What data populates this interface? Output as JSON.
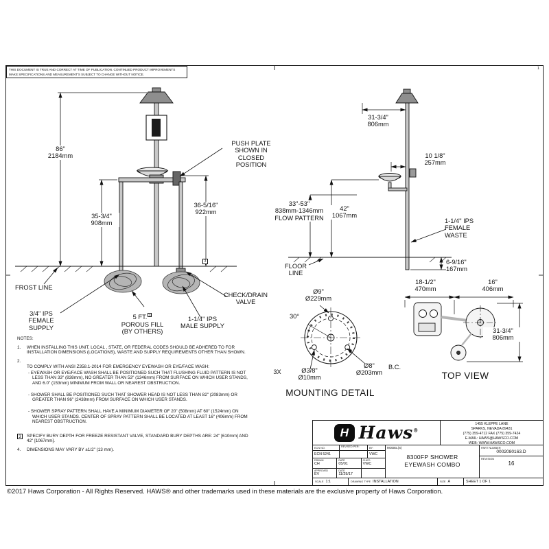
{
  "sheet": {
    "disclaimer": "THIS DOCUMENT IS TRUE AND CORRECT AT TIME OF PUBLICATION. CONTINUED PRODUCT IMPROVEMENTS\nMAKE SPECIFICATIONS AND MEASUREMENT'S SUBJECT TO CHANGE WITHOUT NOTICE.",
    "zone_marker": "1",
    "footer": "©2017 Haws Corporation - All Rights Reserved.  HAWS® and other trademarks used in these materials are the exclusive property of Haws Corporation."
  },
  "front_view": {
    "dim_overall_height": "86\"\n2184mm",
    "dim_supply_height": "35-3/4\"\n908mm",
    "dim_valve_height": "36-5/16\"\n922mm",
    "push_plate_label": "PUSH PLATE\nSHOWN IN\nCLOSED\nPOSITION",
    "frost_line_label": "FROST LINE",
    "female_supply_label": "3/4\" IPS\nFEMALE\nSUPPLY",
    "porous_fill_qty": "5 FT.",
    "porous_fill_note_ref": "3",
    "porous_fill_label": "POROUS FILL\n(BY OTHERS)",
    "male_supply_label": "1-1/4\" IPS\nMALE SUPPLY",
    "check_drain_label": "CHECK/DRAIN\nVALVE",
    "note_ref_marker": "3"
  },
  "side_view": {
    "dim_head_offset": "31-3/4\"\n806mm",
    "dim_bowl_offset": "10 1/8\"\n257mm",
    "flow_pattern_label": "33\"-53\"\n838mm-1346mm\nFLOW PATTERN",
    "dim_bowl_height": "42\"\n1067mm",
    "waste_label": "1-1/4\" IPS\nFEMALE\nWASTE",
    "floor_line_label": "FLOOR\nLINE",
    "dim_waste_depth": "6-9/16\"\n167mm"
  },
  "mounting_detail": {
    "dim_outer_dia": "Ø9\"\nØ229mm",
    "angle": "30°",
    "hole_qty": "3X",
    "dim_hole_dia": "Ø3/8\"\nØ10mm",
    "dim_bolt_circle": "Ø8\"\nØ203mm",
    "bolt_circle_suffix": "B.C.",
    "title": "MOUNTING DETAIL"
  },
  "top_view": {
    "dim_eyewash_offset": "18-1/2\"\n470mm",
    "dim_shower_offset": "16\"\n406mm",
    "dim_depth": "31-3/4\"\n806mm",
    "title": "TOP VIEW"
  },
  "notes": {
    "heading": "NOTES:",
    "items": [
      {
        "num": "1.",
        "text": "WHEN INSTALLING THIS UNIT, LOCAL , STATE, OR FEDERAL CODES SHOULD BE ADHERED TO FOR INSTALLATION DIMENSIONS (LOCATIONS), WASTE AND SUPPLY REQUIREMENTS OTHER THAN SHOWN."
      },
      {
        "num": "2.",
        "text": "TO COMPLY WITH ANSI Z358.1-2014 FOR EMERGENCY EYEWASH OR EYE/FACE WASH:",
        "bullets": [
          "- EYEWASH OR EYE/FACE WASH SHALL BE POSITIONED SUCH THAT FLUSHING FLUID PATTERN IS NOT LESS THAN 33\" (838mm), NO GREATER THAN 53\" (1346mm) FROM SURFACE ON WHICH USER STANDS, AND 6.0\" (153mm) MINIMUM FROM WALL OR NEAREST OBSTRUCTION.",
          "- SHOWER SHALL BE POSITIONED SUCH THAT SHOWER HEAD IS NOT LESS THAN 82\" (2083mm) OR GREATER THAN 96\" (2438mm) FROM SURFACE ON WHICH USER STANDS.",
          "- SHOWER SPRAY PATTERN SHALL HAVE A MINIMUM DIAMETER OF 20\" (508mm) AT 60\" (1524mm) ON WHICH USER STANDS. CENTER OF SPRAY PATTERN SHALL BE LOCATED AT LEAST 16\" (406mm) FROM NEAREST OBSTRUCTION."
        ]
      },
      {
        "num": "3",
        "text": "SPECIFY BURY DEPTH FOR FREEZE RESISTANT VALVE, STANDARD BURY DEPTHS ARE: 24\" [610mm] AND 42\" [1067mm]."
      },
      {
        "num": "4.",
        "text": "DIMENSIONS MAY VARY BY ±1/2\" (13 mm)."
      }
    ]
  },
  "title_block": {
    "brand": "Haws",
    "brand_reg": "®",
    "logo_letter": "H",
    "address": "1455 KLEPPE LANE\nSPARKS, NEVADA  89431\n(775) 359-4712  FAX (775) 359-7424\nE-MAIL: HAWS@HAWSCO.COM\nWEB: WWW.HAWSCO.COM",
    "ecn_no_label": "ECN NO.",
    "revised_label": "REVISED PER:",
    "by_label": "BY:",
    "ecn_no": "ECN 5241",
    "ecn_by": "VWC",
    "drawn_label": "DRAWN",
    "drawn_by": "CH",
    "date_label": "DATE",
    "drawn_date": "05/01",
    "chkd_label": "CHK'D",
    "chkd_by": "VWC",
    "approved_label": "APPROVED",
    "approved_by": "EV",
    "approved_date": "11/29/17",
    "models_label": "MODEL(S)",
    "model_name": "8300FP SHOWER\nEYEWASH COMBO",
    "part_number_label": "PART NUMBER",
    "part_number": "0002080163.D",
    "revision_label": "REVISION",
    "revision": "16",
    "scale_label": "SCALE",
    "scale": "1:1",
    "drawing_type_label": "DRAWING TYPE",
    "drawing_type": "INSTALLATION",
    "size_label": "SIZE",
    "size": "A",
    "sheet_label": "SHEET 1 OF 1"
  },
  "colors": {
    "ink": "#111111",
    "paper": "#ffffff",
    "metal_gray": "#c8c8c8"
  }
}
